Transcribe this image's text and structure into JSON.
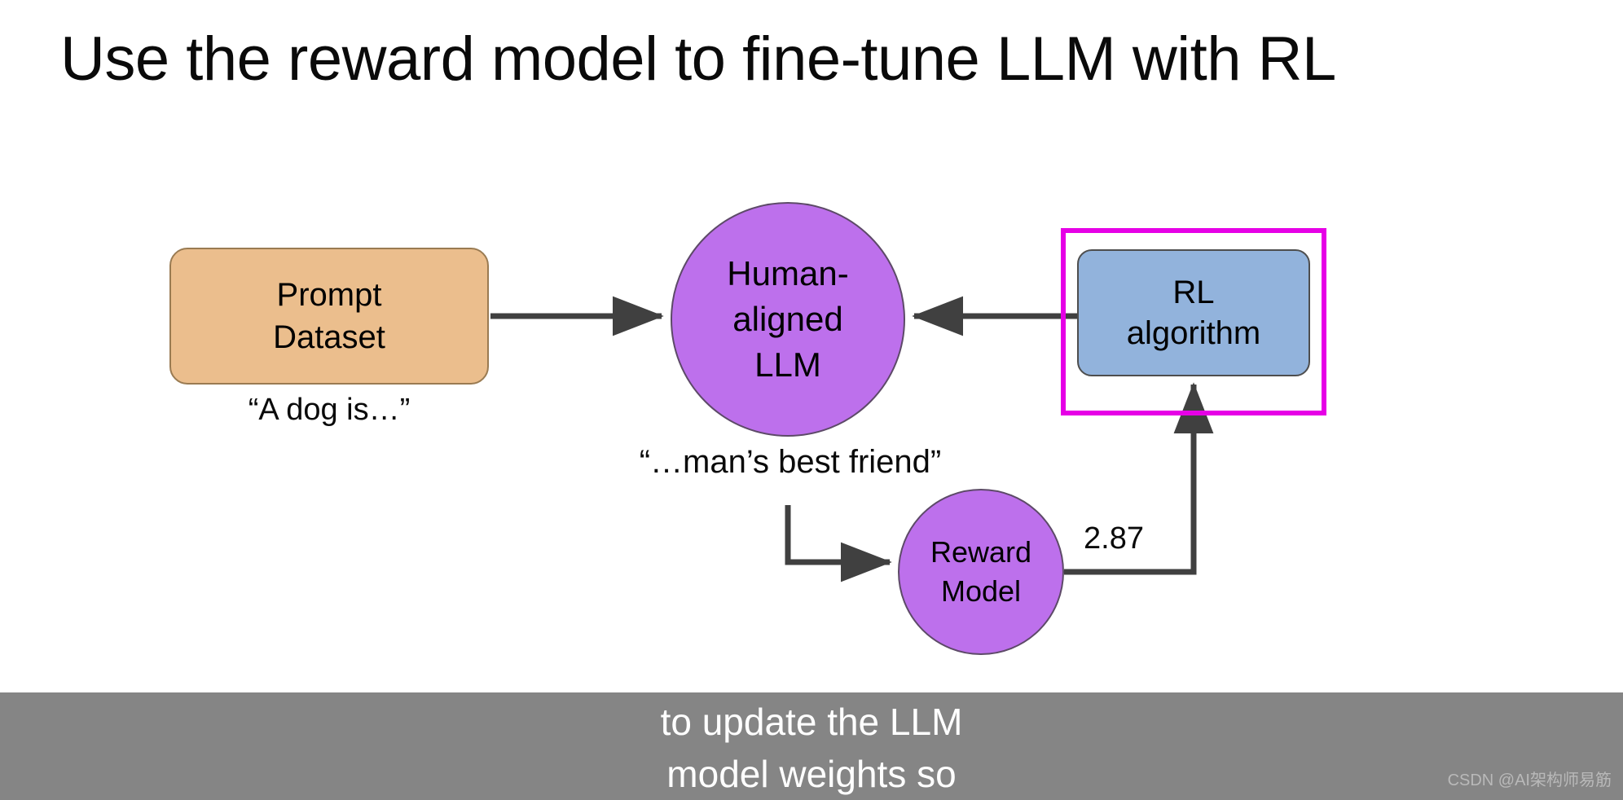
{
  "slide": {
    "title": "Use the reward model to fine-tune LLM with RL",
    "background_color": "#ffffff"
  },
  "diagram": {
    "nodes": {
      "prompt_dataset": {
        "line1": "Prompt",
        "line2": "Dataset",
        "fill_color": "#EBBE8D",
        "shape": "rounded-rect"
      },
      "human_aligned_llm": {
        "line1": "Human-",
        "line2": "aligned",
        "line3": "LLM",
        "fill_color": "#BD70EC",
        "shape": "circle"
      },
      "rl_algorithm": {
        "line1": "RL",
        "line2": "algorithm",
        "fill_color": "#92B3DC",
        "shape": "rounded-rect",
        "highlight_color": "#E600E6"
      },
      "reward_model": {
        "line1": "Reward",
        "line2": "Model",
        "fill_color": "#BD70EC",
        "shape": "circle"
      }
    },
    "labels": {
      "prompt_example": "“A dog is…”",
      "llm_completion": "“…man’s best friend”",
      "reward_score": "2.87"
    },
    "connectors": [
      {
        "name": "prompt-to-llm",
        "from": "prompt_dataset",
        "to": "human_aligned_llm",
        "direction": "right"
      },
      {
        "name": "llm-to-reward-model",
        "from": "human_aligned_llm",
        "to": "reward_model",
        "direction": "down-right"
      },
      {
        "name": "reward-model-to-rl",
        "from": "reward_model",
        "to": "rl_algorithm",
        "direction": "right-up"
      },
      {
        "name": "rl-to-llm",
        "from": "rl_algorithm",
        "to": "human_aligned_llm",
        "direction": "left"
      }
    ],
    "arrow_color": "#404040"
  },
  "caption": {
    "line1": "to update the LLM",
    "line2": "model weights so",
    "background_color": "#858585",
    "text_color": "#ffffff"
  },
  "watermark": {
    "text": "CSDN @AI架构师易筋"
  }
}
